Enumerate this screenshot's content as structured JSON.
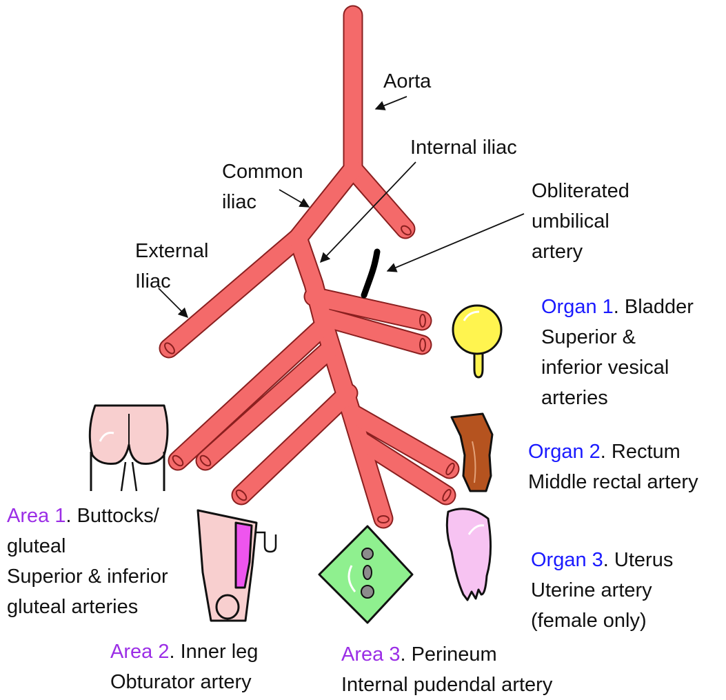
{
  "labels": {
    "aorta": "Aorta",
    "internal_iliac": "Internal iliac",
    "common_iliac": [
      "Common",
      "iliac"
    ],
    "obliterated_umbilical": [
      "Obliterated",
      "umbilical",
      "artery"
    ],
    "external_iliac": [
      "External",
      "Iliac"
    ]
  },
  "organs": [
    {
      "tag": "Organ 1",
      "name": ". Bladder",
      "lines": [
        "Superior &",
        "inferior vesical",
        "arteries"
      ]
    },
    {
      "tag": "Organ 2",
      "name": ". Rectum",
      "lines": [
        "Middle rectal artery"
      ]
    },
    {
      "tag": "Organ 3",
      "name": ". Uterus",
      "lines": [
        "Uterine artery",
        "(female only)"
      ]
    }
  ],
  "areas": [
    {
      "tag": "Area 1",
      "name": ". Buttocks/",
      "lines": [
        "gluteal",
        "Superior & inferior",
        "gluteal arteries"
      ]
    },
    {
      "tag": "Area 2",
      "name": ". Inner leg",
      "lines": [
        "Obturator artery"
      ]
    },
    {
      "tag": "Area 3",
      "name": ". Perineum",
      "lines": [
        "Internal pudendal artery"
      ]
    }
  ],
  "colors": {
    "artery_fill": "#f46a6a",
    "artery_stroke": "#8a1f1f",
    "organ_label": "#1a1aff",
    "area_label": "#9b2ee6",
    "bladder": "#fff44f",
    "rectum": "#b5531f",
    "uterus": "#f7c3f2",
    "buttocks": "#f8cfcf",
    "leg_muscle": "#ee55ee",
    "perineum": "#8ff08f"
  }
}
